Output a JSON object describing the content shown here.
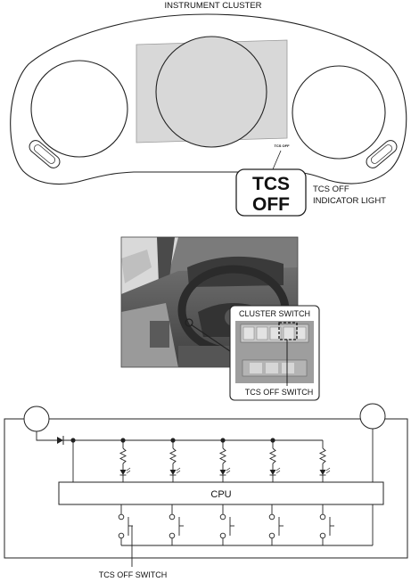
{
  "cluster": {
    "title": "INSTRUMENT CLUSTER",
    "indicator_small": "TCS OFF",
    "badge_line1": "TCS",
    "badge_line2": "OFF",
    "indicator_label_line1": "TCS OFF",
    "indicator_label_line2": "INDICATOR LIGHT"
  },
  "cockpit": {
    "cluster_switch_label": "CLUSTER SWITCH",
    "tcs_switch_label": "TCS OFF SWITCH"
  },
  "circuit": {
    "cpu_label": "CPU",
    "switch_label": "TCS OFF SWITCH",
    "led_count": 5,
    "switch_count": 5
  }
}
